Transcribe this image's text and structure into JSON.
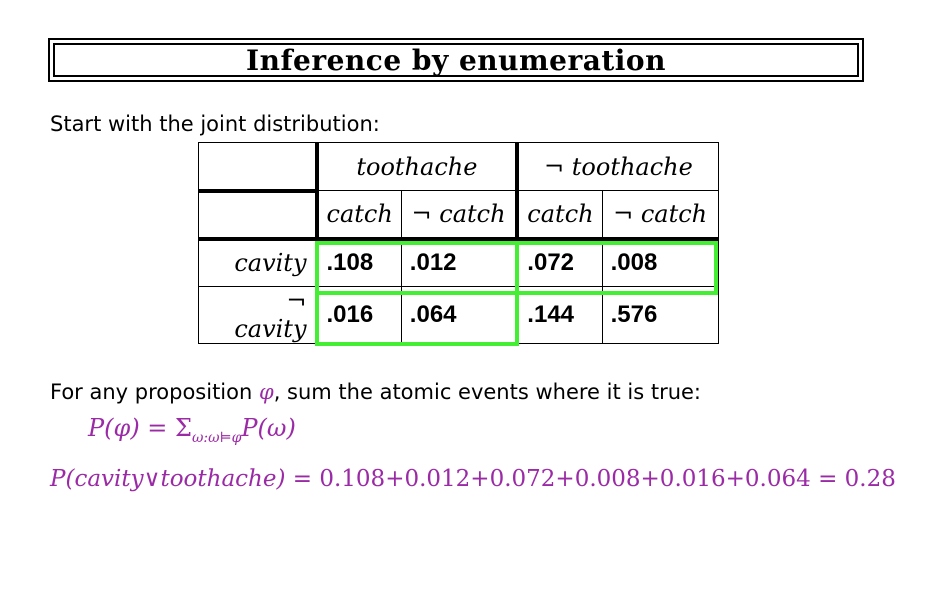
{
  "title": "Inference by enumeration",
  "intro": "Start with the joint distribution:",
  "table": {
    "col_groups": [
      "toothache",
      "¬ toothache"
    ],
    "sub_headers": [
      "catch",
      "¬ catch",
      "catch",
      "¬ catch"
    ],
    "rows": [
      {
        "label": "cavity",
        "values": [
          ".108",
          ".012",
          ".072",
          ".008"
        ]
      },
      {
        "label": "¬ cavity",
        "values": [
          ".016",
          ".064",
          ".144",
          ".576"
        ]
      }
    ],
    "highlight_color": "#44ee33"
  },
  "paragraph": {
    "prefix": "For any proposition ",
    "symbol": "φ",
    "suffix": ", sum the atomic events where it is true:"
  },
  "formula1": {
    "lhs": "P(φ) = ",
    "sigma": "Σ",
    "subscript": "ω:ω⊨φ",
    "rhs": "P(ω)"
  },
  "formula2": {
    "lhs": "P(cavity∨toothache)",
    "rhs": " = 0.108+0.012+0.072+0.008+0.016+0.064 = 0.28"
  },
  "accent_color": "#9b2aa6"
}
